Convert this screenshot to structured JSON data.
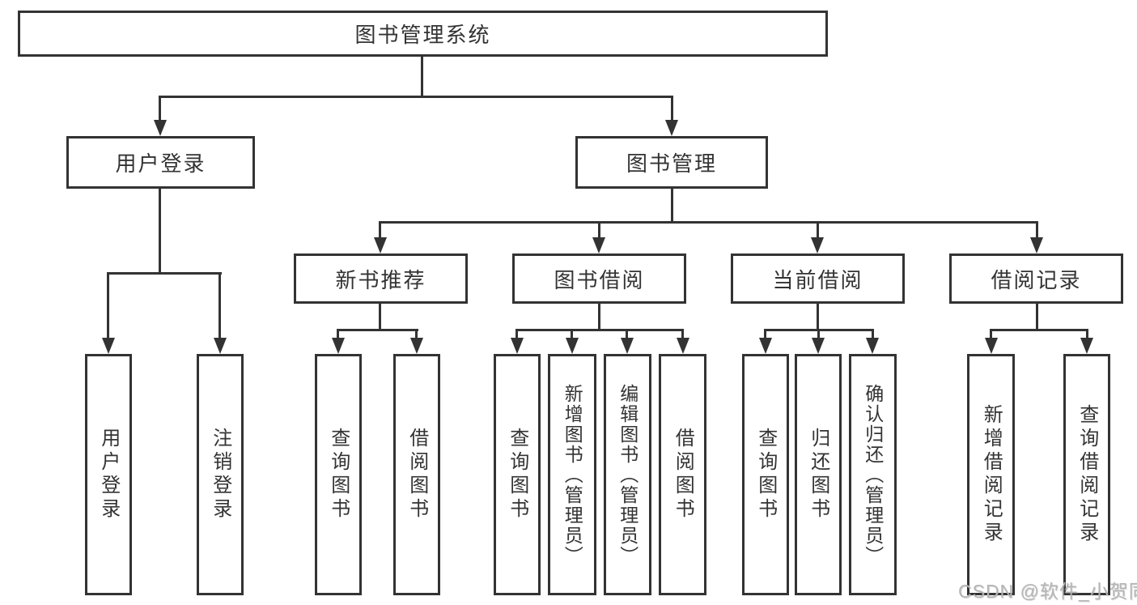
{
  "diagram_type": "tree-structure-chart",
  "colors": {
    "line": "#333333",
    "text": "#333333",
    "background": "#ffffff",
    "watermark": "#b5b5b5"
  },
  "tree": {
    "root": {
      "label": "图书管理系统"
    },
    "level2": [
      {
        "label": "用户登录",
        "children": [
          {
            "label": "用户登录"
          },
          {
            "label": "注销登录"
          }
        ]
      },
      {
        "label": "图书管理",
        "children": [
          {
            "label": "新书推荐",
            "children": [
              {
                "label": "查询图书"
              },
              {
                "label": "借阅图书"
              }
            ]
          },
          {
            "label": "图书借阅",
            "children": [
              {
                "label": "查询图书"
              },
              {
                "label": "新增图书（管理员）"
              },
              {
                "label": "编辑图书（管理员）"
              },
              {
                "label": "借阅图书"
              }
            ]
          },
          {
            "label": "当前借阅",
            "children": [
              {
                "label": "查询图书"
              },
              {
                "label": "归还图书"
              },
              {
                "label": "确认归还（管理员）"
              }
            ]
          },
          {
            "label": "借阅记录",
            "children": [
              {
                "label": "新增借阅记录"
              },
              {
                "label": "查询借阅记录"
              }
            ]
          }
        ]
      }
    ]
  },
  "watermark": {
    "text": "CSDN @软件_小贺同学"
  }
}
